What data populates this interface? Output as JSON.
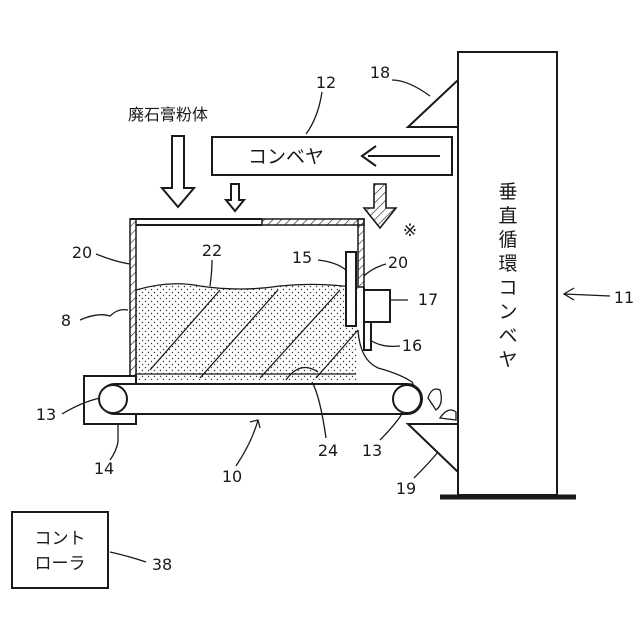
{
  "labels": {
    "material": "廃石膏粉体",
    "conveyor": "コンベヤ",
    "vertical": [
      "垂",
      "直",
      "循",
      "環",
      "コ",
      "ン",
      "ベ",
      "ヤ"
    ],
    "controller_l1": "コント",
    "controller_l2": "ローラ",
    "note": "※"
  },
  "refs": {
    "r8": "8",
    "r10": "10",
    "r11": "11",
    "r12": "12",
    "r13a": "13",
    "r13b": "13",
    "r14": "14",
    "r15": "15",
    "r16": "16",
    "r17": "17",
    "r18": "18",
    "r19": "19",
    "r20a": "20",
    "r20b": "20",
    "r22": "22",
    "r24": "24",
    "r38": "38"
  }
}
